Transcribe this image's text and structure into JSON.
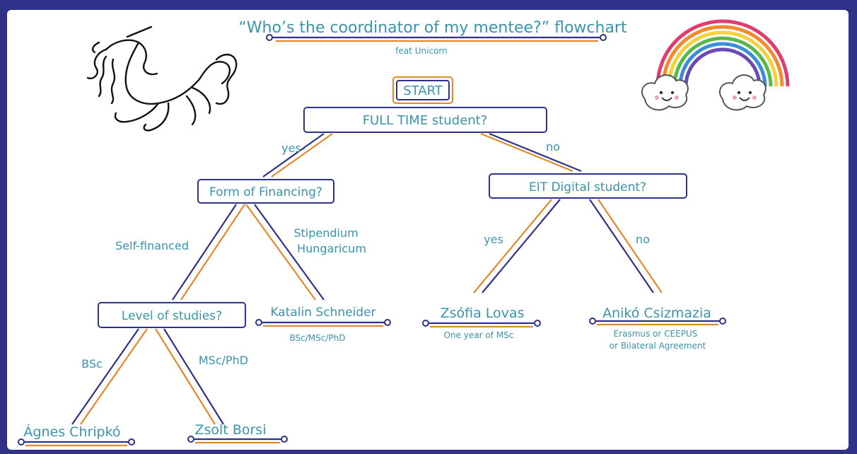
{
  "title": "“Who’s the coordinator of my mentee?” flowchart",
  "subtitle": "feat Unicorn",
  "nodes": {
    "start": "START",
    "full_time": "FULL TIME student?",
    "financing": "Form of Financing?",
    "eit": "EIT Digital student?",
    "level": "Level of studies?"
  },
  "edges": {
    "yes1": "yes",
    "no1": "no",
    "self_financed": "Self-financed",
    "stipendium_1": "Stipendium",
    "stipendium_2": "Hungaricum",
    "yes2": "yes",
    "no2": "no",
    "bsc": "BSc",
    "msc_phd": "MSc/PhD"
  },
  "coordinators": {
    "katalin": {
      "name": "Katalin Schneider",
      "note": "BSc/MSc/PhD"
    },
    "zsofia": {
      "name": "Zsófia Lovas",
      "note": "One year of MSc"
    },
    "aniko": {
      "name": "Anikó Csizmazia",
      "note_1": "Erasmus or CEEPUS",
      "note_2": "or Bilateral Agreement"
    },
    "agnes": {
      "name": "Ágnes Chripkó"
    },
    "zsolt": {
      "name": "Zsolt Borsi"
    }
  },
  "colors": {
    "navy": "#2f3288",
    "orange": "#e08a2c",
    "teal_text": "#3a93ad"
  },
  "decorations": [
    "unicorn-illustration",
    "rainbow-with-clouds-illustration"
  ]
}
